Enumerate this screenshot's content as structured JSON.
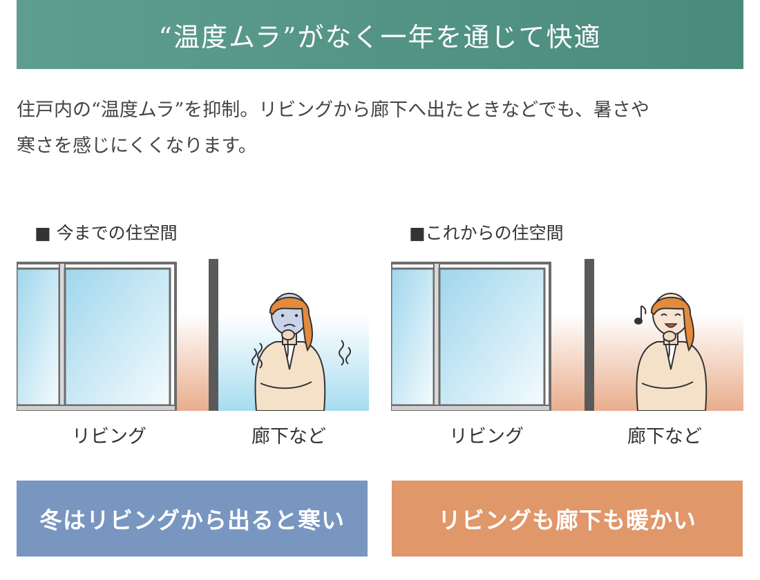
{
  "header": {
    "title": "“温度ムラ”がなく一年を通じて快適"
  },
  "intro": {
    "line1": "住戸内の“温度ムラ”を抑制。リビングから廊下へ出たときなどでも、暑さや",
    "line2": "寒さを感じにくくなります。"
  },
  "panels": [
    {
      "title": "■ 今までの住空間",
      "living_label": "リビング",
      "hall_label": "廊下など",
      "summary": "冬はリビングから出ると寒い"
    },
    {
      "title": "■これからの住空間",
      "living_label": "リビング",
      "hall_label": "廊下など",
      "summary": "リビングも廊下も暖かい"
    }
  ],
  "colors": {
    "header": "#4a8b7c",
    "cold_box": "#7896c0",
    "warm_box": "#e0976a",
    "cold_air": "#a6dcf0",
    "warm_air": "#e9ad8c"
  },
  "icons": [
    "shiver-lines-icon",
    "music-note-icon"
  ]
}
